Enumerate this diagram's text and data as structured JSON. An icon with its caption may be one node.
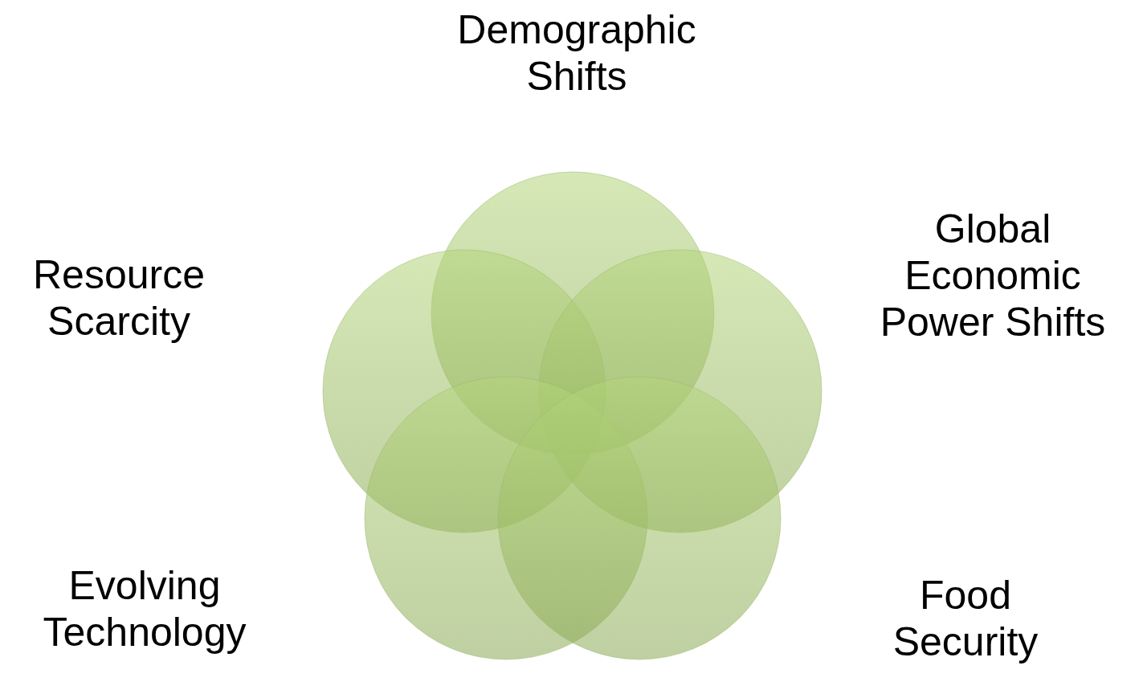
{
  "diagram": {
    "nodes": [
      {
        "text": [
          "Demographic Shifts"
        ]
      },
      {
        "text": [
          "Resource Scarcity"
        ]
      },
      {
        "text": [
          "Global Economic Power Shifts"
        ]
      },
      {
        "text": [
          "Evolving Technology"
        ]
      },
      {
        "text": [
          "Food Security"
        ]
      }
    ]
  }
}
